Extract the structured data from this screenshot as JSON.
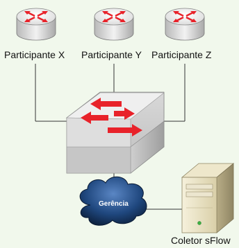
{
  "nodes": {
    "router_x_label": "Participante X",
    "router_y_label": "Participante Y",
    "router_z_label": "Participante Z",
    "cloud_label": "Gerência",
    "collector_label": "Coletor sFlow"
  },
  "icons": {
    "routers": "router-icon",
    "switch": "switch-icon",
    "cloud": "cloud-icon",
    "server": "server-icon"
  },
  "colors": {
    "background": "#f1f8ec",
    "arrow_red": "#e8222a",
    "device_gray": "#d9d9d9",
    "cloud_blue": "#1c3d6e",
    "server_beige": "#e8e0c0"
  }
}
